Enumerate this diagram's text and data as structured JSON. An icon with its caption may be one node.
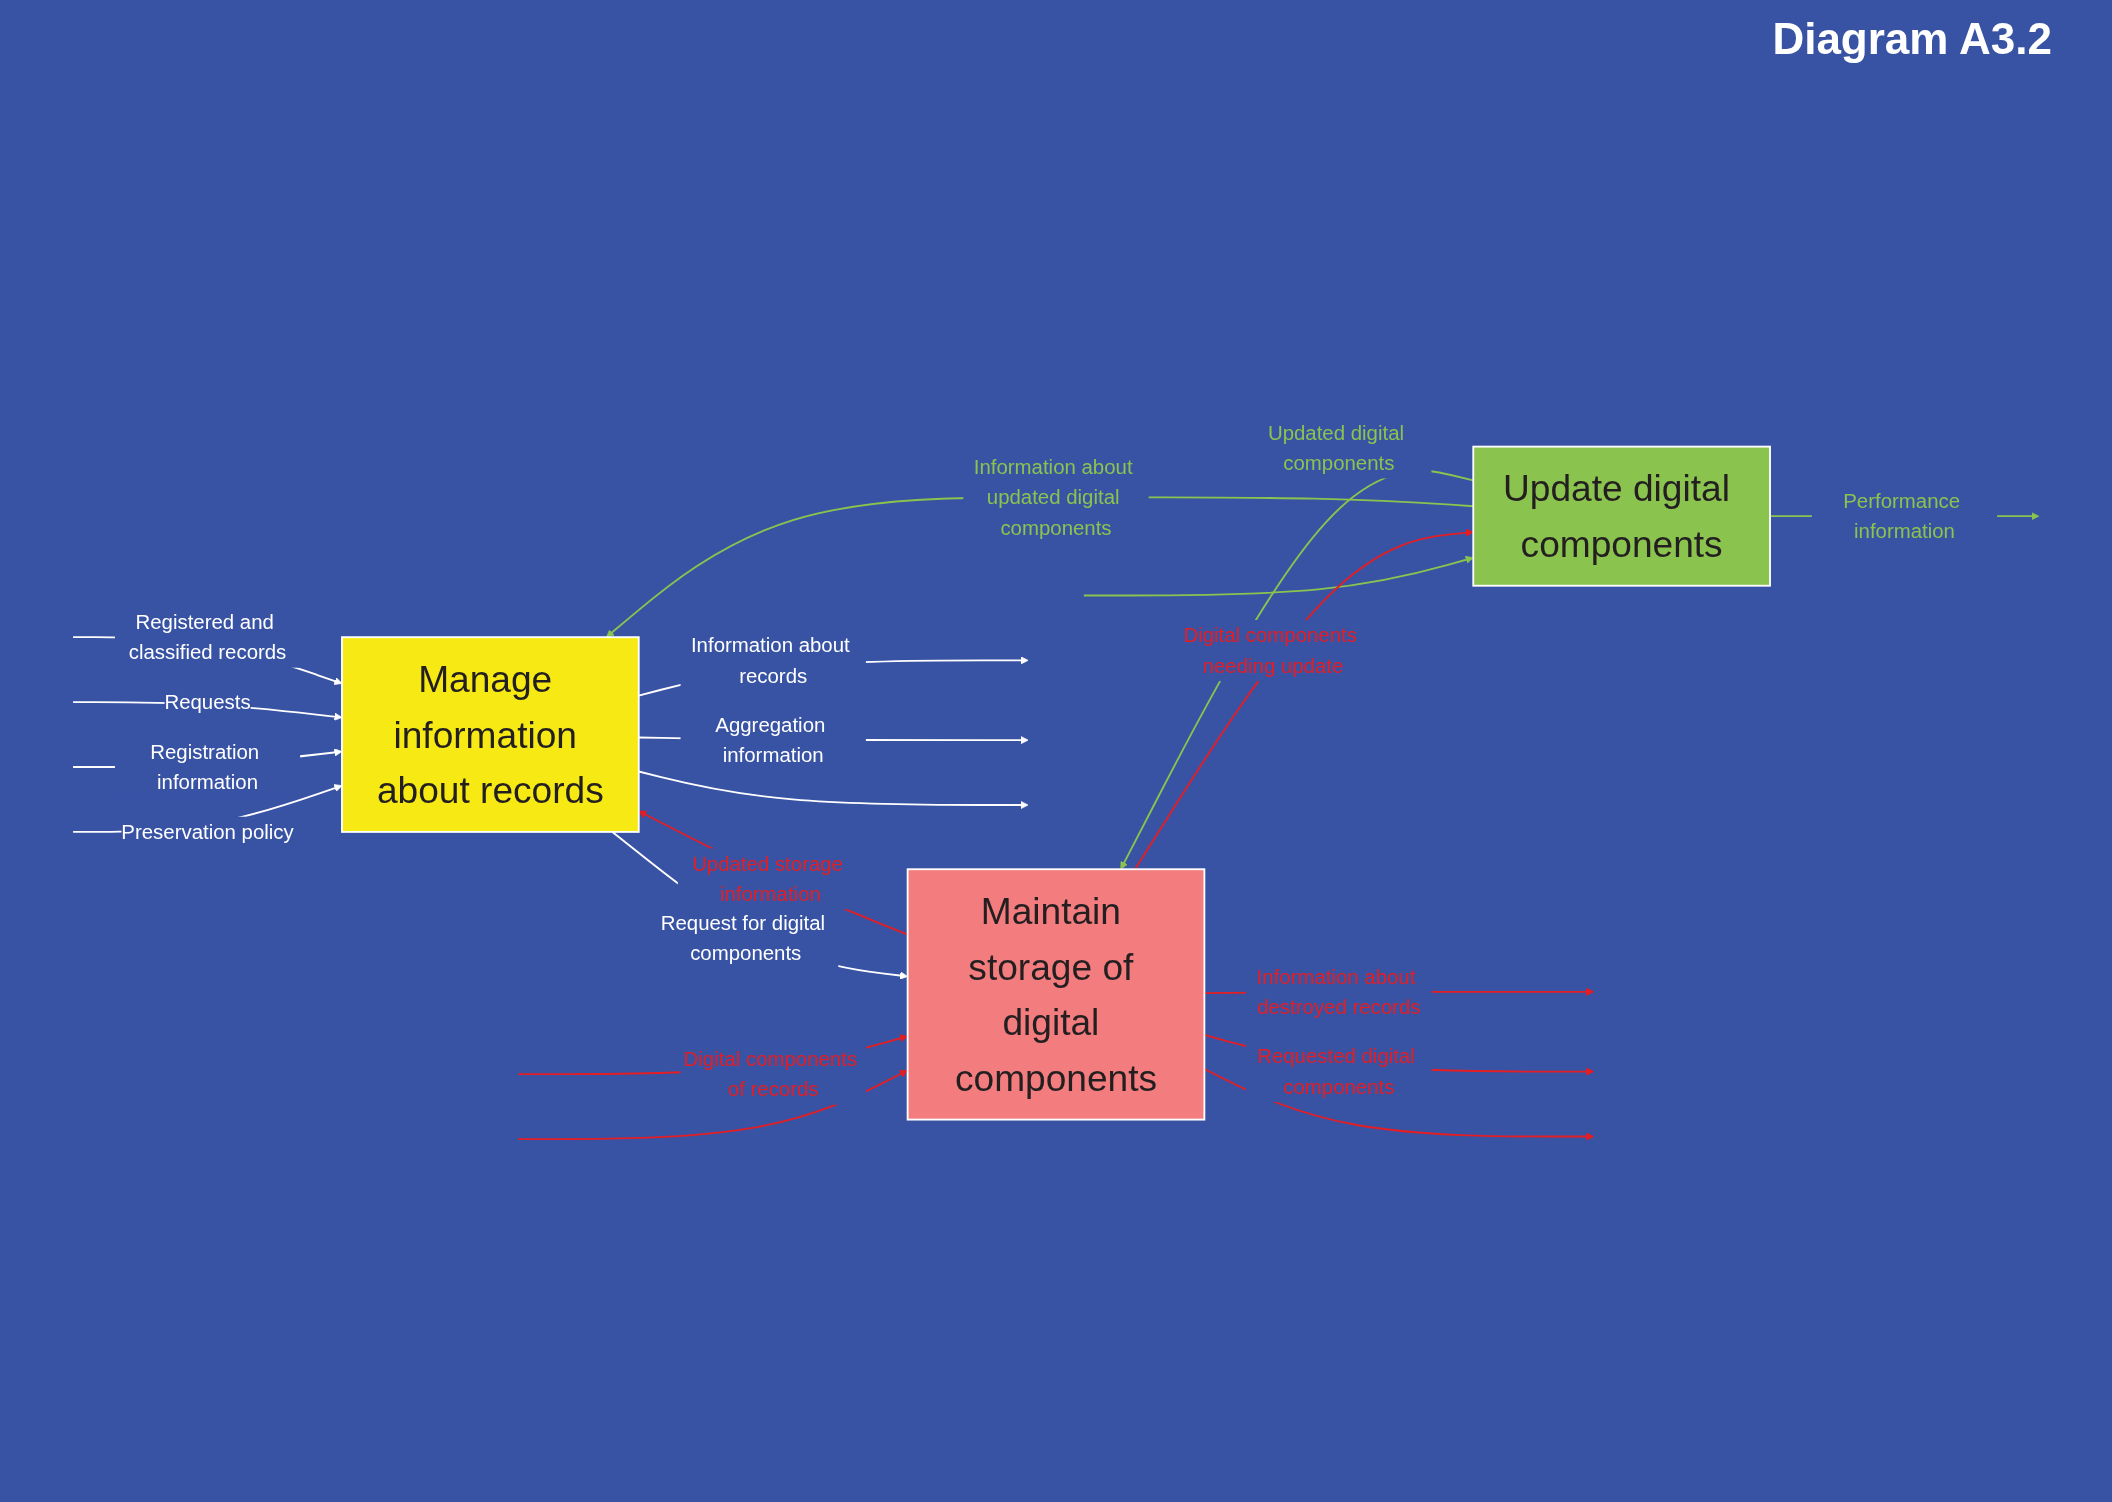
{
  "diagram": {
    "title": "Diagram A3.2",
    "nodes": [
      {
        "text": [
          "Manage information about records"
        ]
      },
      {
        "text": [
          "Maintain storage of digital components"
        ]
      },
      {
        "text": [
          "Update digital components"
        ]
      }
    ],
    "edges": [
      {
        "from": null,
        "to": 0,
        "arrow": "to",
        "label": "Preservation policy"
      },
      {
        "from": null,
        "to": 1,
        "arrow": "to",
        "color": "#e31e24"
      },
      {
        "from": null,
        "to": 2,
        "arrow": "to",
        "color": "#8bc34f"
      },
      {
        "from": null,
        "to": 0,
        "arrow": "to",
        "label": "Registration information"
      },
      {
        "from": null,
        "to": 0,
        "arrow": "to",
        "label": "Requests"
      },
      {
        "from": null,
        "to": 0,
        "arrow": "to",
        "label": "Registered and classified records"
      },
      {
        "from": null,
        "to": 1,
        "arrow": "to",
        "label": "Digital components of records",
        "color": "#e31e24"
      },
      {
        "from": 2,
        "to": 0,
        "arrow": "to",
        "label": "Information about updated digital components",
        "color": "#8bc34f"
      },
      {
        "from": 1,
        "to": 0,
        "arrow": "to",
        "label": "Updated storage information",
        "color": "#e31e24"
      },
      {
        "from": 0,
        "to": 1,
        "arrow": "to",
        "label": "Request for digital components"
      },
      {
        "from": 0,
        "to": null,
        "arrow": "to",
        "label": "Information about records"
      },
      {
        "from": 0,
        "to": null,
        "arrow": "to",
        "label": "Aggregation information"
      },
      {
        "from": 0,
        "to": null,
        "arrow": "to"
      },
      {
        "from": 1,
        "to": null,
        "arrow": "to",
        "label": "Information about destroyed records",
        "color": "#e31e24"
      },
      {
        "from": 1,
        "to": null,
        "arrow": "to",
        "label": "Requested digital components",
        "color": "#e31e24"
      },
      {
        "from": 1,
        "to": null,
        "arrow": "to",
        "color": "#e31e24"
      },
      {
        "from": 1,
        "to": 2,
        "arrow": "to",
        "label": "Digital components needing update",
        "color": "#e31e24"
      },
      {
        "from": 2,
        "to": 1,
        "arrow": "to",
        "label": "Updated digital components",
        "color": "#8bc34f"
      },
      {
        "from": 2,
        "to": null,
        "arrow": "to",
        "label": "Performance information",
        "color": "#8bc34f"
      }
    ]
  }
}
